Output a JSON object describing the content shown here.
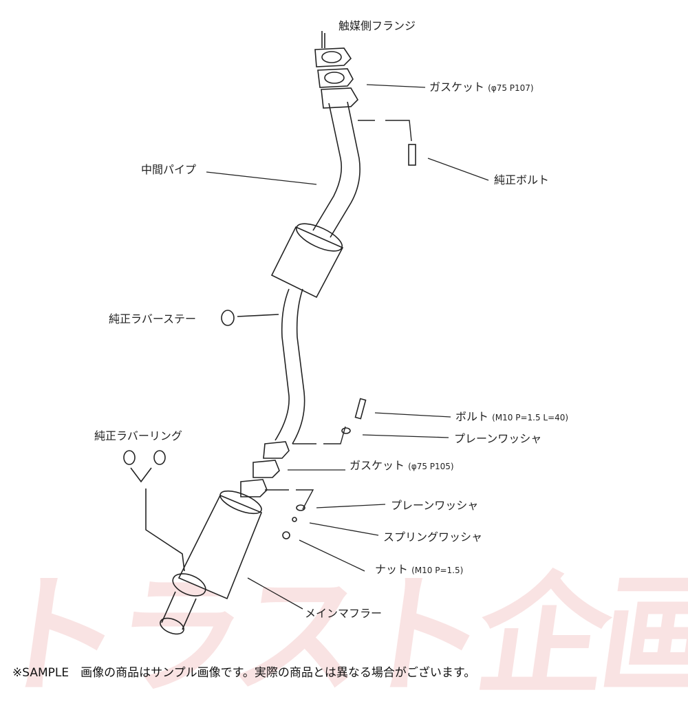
{
  "labels": {
    "cat_flange": "触媒側フランジ",
    "gasket_front": "ガスケット",
    "gasket_front_spec": "(φ75 P107)",
    "oem_bolt": "純正ボルト",
    "mid_pipe": "中間パイプ",
    "oem_rubber_stay": "純正ラバーステー",
    "bolt": "ボルト",
    "bolt_spec": "(M10 P=1.5 L=40)",
    "plain_washer_1": "プレーンワッシャ",
    "oem_rubber_ring": "純正ラバーリング",
    "gasket_rear": "ガスケット",
    "gasket_rear_spec": "(φ75 P105)",
    "plain_washer_2": "プレーンワッシャ",
    "spring_washer": "スプリングワッシャ",
    "nut": "ナット",
    "nut_spec": "(M10 P=1.5)",
    "main_muffler": "メインマフラー"
  },
  "watermark": "トラスト企画",
  "footer": "※SAMPLE　画像の商品はサンプル画像です。実際の商品とは異なる場合がございます。",
  "colors": {
    "line": "#222222",
    "watermark_red": "#d22828"
  }
}
